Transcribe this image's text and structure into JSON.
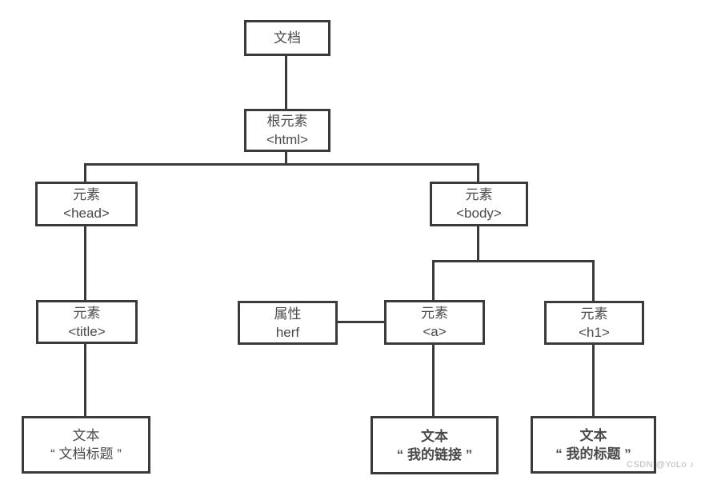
{
  "nodes": {
    "document": {
      "line1": "文档"
    },
    "root": {
      "line1": "根元素",
      "line2": "<html>"
    },
    "head": {
      "line1": "元素",
      "line2": "<head>"
    },
    "body": {
      "line1": "元素",
      "line2": "<body>"
    },
    "title": {
      "line1": "元素",
      "line2": "<title>"
    },
    "attr_href": {
      "line1": "属性",
      "line2": "herf"
    },
    "a": {
      "line1": "元素",
      "line2": "<a>"
    },
    "h1": {
      "line1": "元素",
      "line2": "<h1>"
    },
    "text_title": {
      "line1": "文本",
      "line2": "“ 文档标题 ”"
    },
    "text_link": {
      "line1": "文本",
      "line2": "“ 我的链接 ”"
    },
    "text_heading": {
      "line1": "文本",
      "line2": "“ 我的标题 ”"
    }
  },
  "watermark": "CSDN @YoLo ♪",
  "colors": {
    "background": "#ffffff",
    "box_border": "#3a3a3a",
    "box_text": "#4a4a4a",
    "connector": "#3a3a3a",
    "watermark": "#b9b9b9"
  }
}
